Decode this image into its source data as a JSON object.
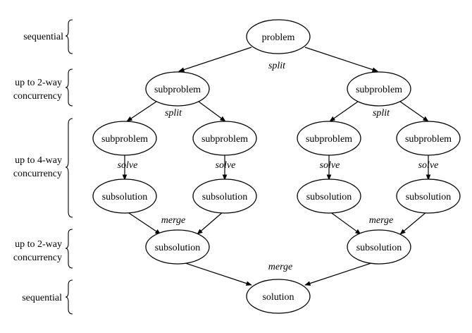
{
  "levels": [
    {
      "lines": [
        "sequential"
      ]
    },
    {
      "lines": [
        "up to 2-way",
        "concurrency"
      ]
    },
    {
      "lines": [
        "up to 4-way",
        "concurrency"
      ]
    },
    {
      "lines": [
        "up to 2-way",
        "concurrency"
      ]
    },
    {
      "lines": [
        "sequential"
      ]
    }
  ],
  "nodes": {
    "problem": "problem",
    "subproblem": "subproblem",
    "subsolution": "subsolution",
    "solution": "solution"
  },
  "edge_labels": {
    "split": "split",
    "solve": "solve",
    "merge": "merge"
  }
}
